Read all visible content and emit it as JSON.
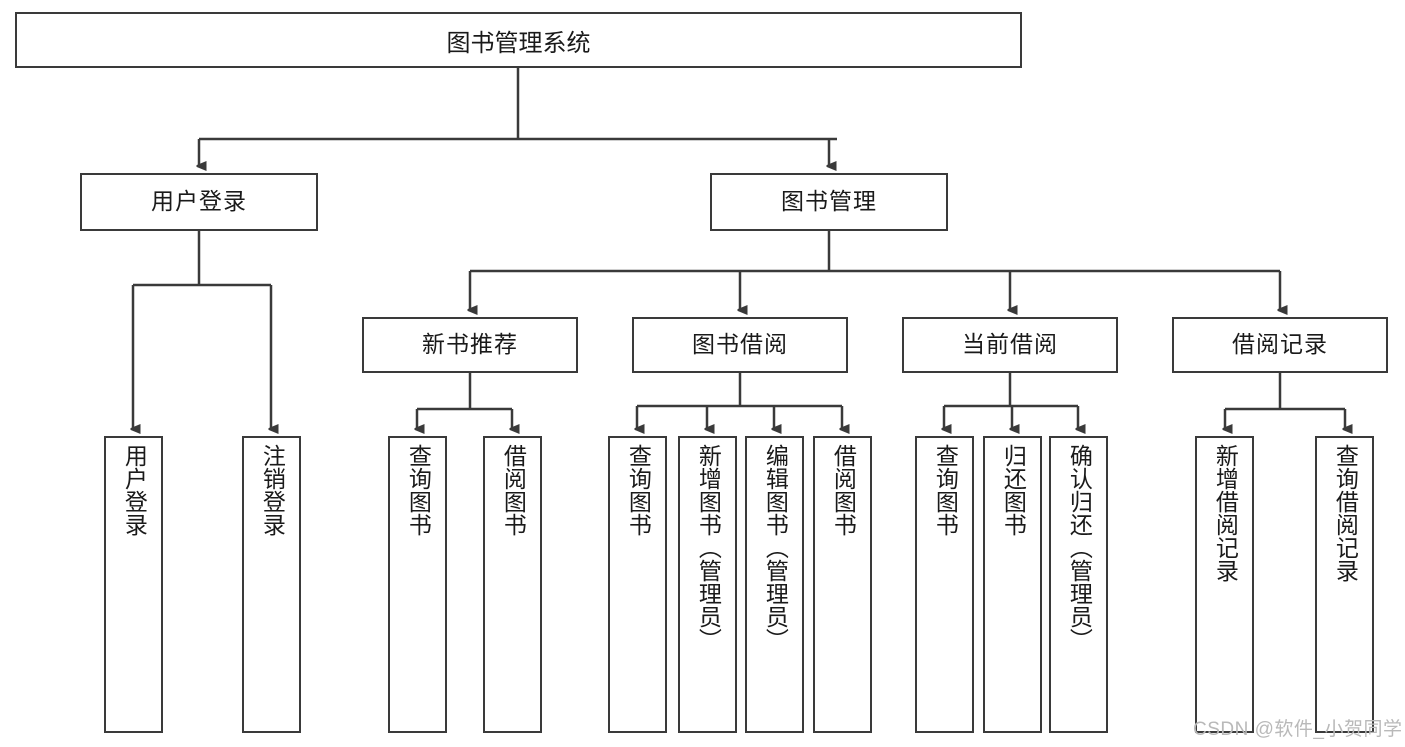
{
  "diagram": {
    "title": "图书管理系统",
    "type": "tree-hierarchy",
    "colors": {
      "box_border": "#3a3a3a",
      "box_fill": "#ffffff",
      "edge": "#3a3a3a",
      "text": "#1a1a1a",
      "watermark": "#b9b9b9",
      "background": "#ffffff"
    },
    "root": {
      "label": "图书管理系统"
    },
    "level1": [
      {
        "label": "用户登录"
      },
      {
        "label": "图书管理"
      }
    ],
    "level2": [
      {
        "label": "新书推荐"
      },
      {
        "label": "图书借阅"
      },
      {
        "label": "当前借阅"
      },
      {
        "label": "借阅记录"
      }
    ],
    "leaves": {
      "user_login": [
        {
          "label": "用户登录"
        },
        {
          "label": "注销登录"
        }
      ],
      "new_book_recommend": [
        {
          "label": "查询图书"
        },
        {
          "label": "借阅图书"
        }
      ],
      "book_borrow": [
        {
          "label": "查询图书"
        },
        {
          "label": "新增图书（管理员）"
        },
        {
          "label": "编辑图书（管理员）"
        },
        {
          "label": "借阅图书"
        }
      ],
      "current_borrow": [
        {
          "label": "查询图书"
        },
        {
          "label": "归还图书"
        },
        {
          "label": "确认归还（管理员）"
        }
      ],
      "borrow_record": [
        {
          "label": "新增借阅记录"
        },
        {
          "label": "查询借阅记录"
        }
      ]
    }
  },
  "watermark": {
    "text": "CSDN @软件_小贺同学"
  }
}
